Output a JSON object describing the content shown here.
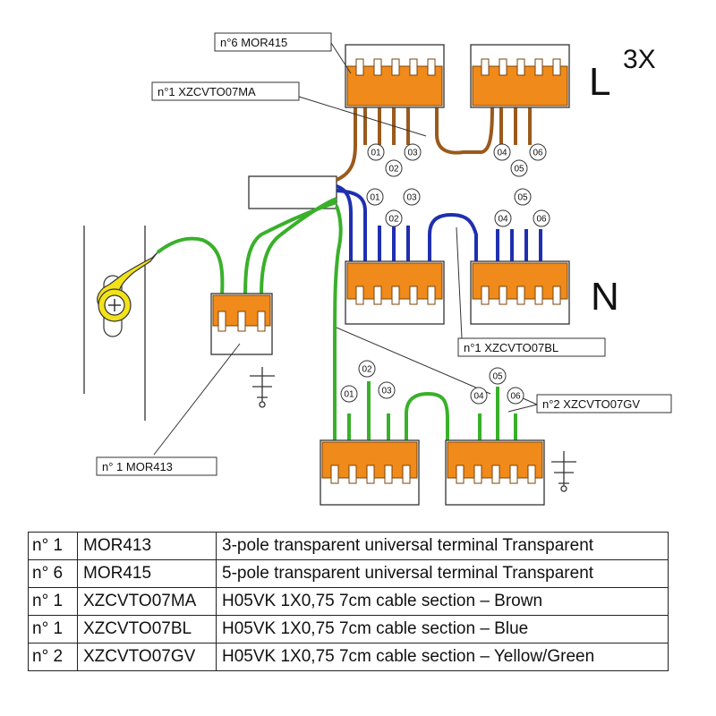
{
  "diagram": {
    "phase_letter": "L",
    "phase_multiplier": "3X",
    "neutral_letter": "N",
    "callouts": {
      "mor415": "n°6 MOR415",
      "brown": "n°1 XZCVTO07MA",
      "blue": "n°1 XZCVTO07BL",
      "green": "n°2 XZCVTO07GV",
      "mor413": "n° 1  MOR413"
    },
    "slot_numbers": {
      "l_left": [
        "01",
        "02",
        "03"
      ],
      "l_right": [
        "04",
        "05",
        "06"
      ],
      "n_left": [
        "01",
        "02",
        "03"
      ],
      "n_right": [
        "04",
        "05",
        "06"
      ],
      "g_left": [
        "01",
        "02",
        "03"
      ],
      "g_right": [
        "04",
        "05",
        "06"
      ]
    },
    "colors": {
      "brown": "#9a5a1c",
      "blue": "#1f2fb0",
      "green": "#39b02a",
      "terminal_orange": "#f08a1a",
      "ring_yellow": "#f2e21a"
    },
    "icons": [
      "ground-symbol-icon",
      "ring-terminal-icon",
      "screw-icon"
    ]
  },
  "parts_table": [
    {
      "qty": "n° 1",
      "code": "MOR413",
      "description": "3-pole transparent universal terminal Transparent"
    },
    {
      "qty": "n° 6",
      "code": "MOR415",
      "description": "5-pole transparent universal terminal Transparent"
    },
    {
      "qty": "n° 1",
      "code": "XZCVTO07MA",
      "description": "H05VK 1X0,75 7cm cable section – Brown"
    },
    {
      "qty": "n° 1",
      "code": "XZCVTO07BL",
      "description": "H05VK 1X0,75 7cm cable section – Blue"
    },
    {
      "qty": "n° 2",
      "code": "XZCVTO07GV",
      "description": "H05VK 1X0,75 7cm cable section – Yellow/Green"
    }
  ]
}
